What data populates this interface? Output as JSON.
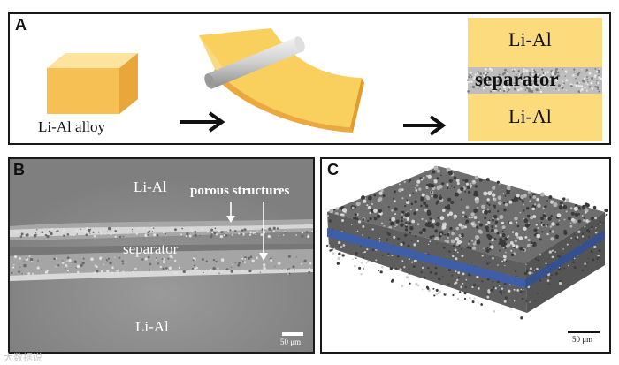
{
  "panel_a": {
    "label": "A",
    "alloy_caption": "Li-Al alloy",
    "layer_top": "Li-Al",
    "layer_middle": "separator",
    "layer_bottom": "Li-Al"
  },
  "panel_b": {
    "label": "B",
    "top_label": "Li-Al",
    "annotation": "porous structures",
    "middle_label": "separator",
    "bottom_label": "Li-Al",
    "scale_text": "50 μm"
  },
  "panel_c": {
    "label": "C",
    "scale_text": "50 μm"
  },
  "watermark": "大数据说",
  "colors": {
    "alloy_yellow": "#fbd97a",
    "alloy_orange": "#f4b744",
    "separator_blue": "#3e5ea8",
    "sem_gray": "#8c8c8c"
  }
}
